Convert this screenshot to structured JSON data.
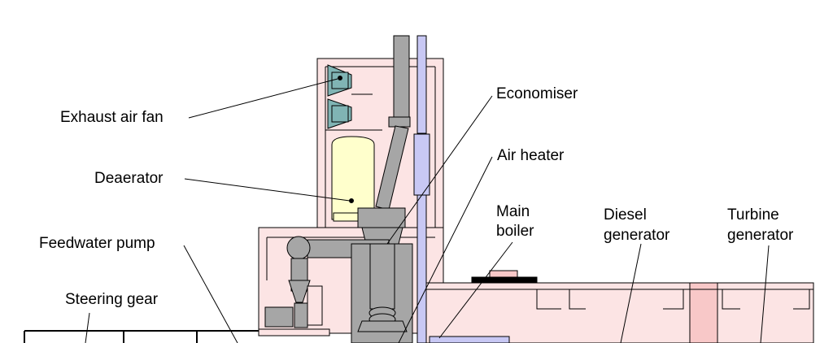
{
  "labels": {
    "exhaust_air_fan": "Exhaust air fan",
    "deaerator": "Deaerator",
    "feedwater_pump": "Feedwater pump",
    "steering_gear": "Steering gear",
    "economiser": "Economiser",
    "air_heater": "Air heater",
    "main_boiler_line1": "Main",
    "main_boiler_line2": "boiler",
    "diesel_generator_line1": "Diesel",
    "diesel_generator_line2": "generator",
    "turbine_generator_line1": "Turbine",
    "turbine_generator_line2": "generator"
  },
  "colors": {
    "hull_fill": "#fce4e4",
    "hull_dark": "#f8c8c8",
    "outline": "#000000",
    "machinery_grey": "#a6a6a6",
    "uptake_blue": "#c8c8f4",
    "deaerator_yellow": "#ffffcc",
    "fan_teal": "#80b4b4"
  }
}
